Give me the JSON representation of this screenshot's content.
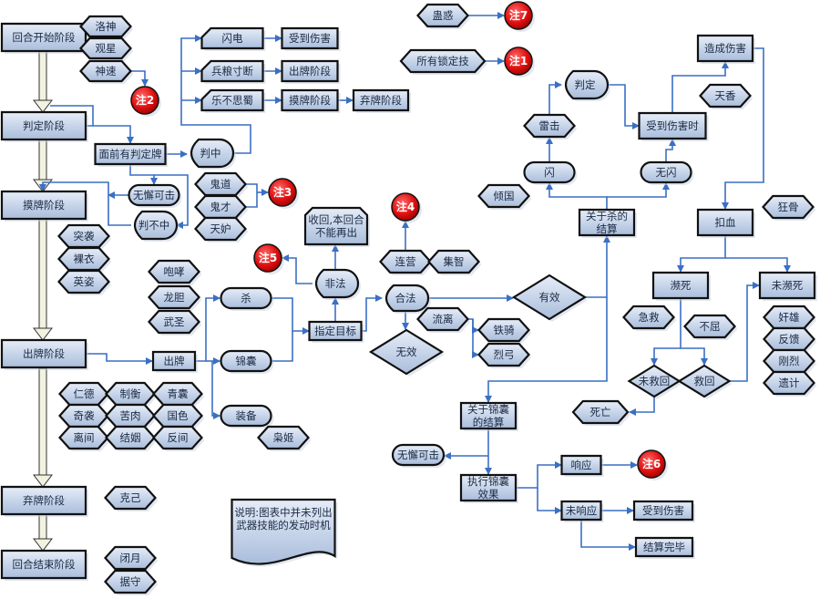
{
  "phases": [
    "回合开始阶段",
    "判定阶段",
    "摸牌阶段",
    "出牌阶段",
    "弃牌阶段",
    "回合结束阶段"
  ],
  "skills": {
    "luoshen": "洛神",
    "guanxing": "观星",
    "shensu": "神速",
    "guidao": "鬼道",
    "guicai": "鬼才",
    "tiandu": "天妒",
    "tuxi": "突袭",
    "luoyi": "裸衣",
    "yingzi": "英姿",
    "paoxiao": "咆哮",
    "longdan": "龙胆",
    "wusheng": "武圣",
    "rende": "仁德",
    "zhiheng": "制衡",
    "qingnang": "青囊",
    "qixi": "奇袭",
    "kurou": "苦肉",
    "guose": "国色",
    "lijian": "离间",
    "jieyin": "结姻",
    "fanjian": "反间",
    "xiaoji": "枭姬",
    "keji": "克己",
    "biyue": "闭月",
    "jushou": "据守",
    "lianying": "连营",
    "jizhi": "集智",
    "liuli": "流离",
    "tieji": "铁骑",
    "liegong": "烈弓",
    "qingguo": "倾国",
    "leiji": "雷击",
    "tianxiang": "天香",
    "kuanggu": "狂骨",
    "jijiu": "急救",
    "buqu": "不屈",
    "siwang": "死亡",
    "jianxiong": "奸雄",
    "fankui": "反馈",
    "ganglie": "刚烈",
    "yiji": "遗计",
    "guhuo": "蛊惑",
    "suoyou_suodingji": "所有锁定技"
  },
  "notes": {
    "n1": "注1",
    "n2": "注2",
    "n3": "注3",
    "n4": "注4",
    "n5": "注5",
    "n6": "注6",
    "n7": "注7"
  },
  "flow": {
    "shandian": "闪电",
    "shoudao_shanghai_1": "受到伤害",
    "bingliang": "兵粮寸断",
    "chupai_jieduan": "出牌阶段",
    "lebusishu": "乐不思蜀",
    "mopai_jieduan": "摸牌阶段",
    "qipai_jieduan": "弃牌阶段",
    "mianqian": "面前有判定牌",
    "panzhong": "判中",
    "wuxie_1": "无懈可击",
    "panbuzhong": "判不中",
    "chupai": "出牌",
    "sha": "杀",
    "jinnang": "锦囊",
    "zhuangbei": "装备",
    "zhiding": "指定目标",
    "feifa": "非法",
    "shouhui": [
      "收回,本回合",
      "不能再出"
    ],
    "hefa": "合法",
    "wuxiao": "无效",
    "youxiao": "有效",
    "sha_result": [
      "关于杀的",
      "结算"
    ],
    "shan": "闪",
    "wushan": "无闪",
    "panding": "判定",
    "shoudao_shanghai_shi": "受到伤害时",
    "zaocheng_shanghai": "造成伤害",
    "kouxue": "扣血",
    "binsi": "濒死",
    "weibinsi": "未濒死",
    "weijiuhui": "未救回",
    "jiuhui": "救回",
    "jinnang_result": [
      "关于锦囊",
      "的结算"
    ],
    "wuxie_2": "无懈可击",
    "zhixing": [
      "执行锦囊",
      "效果"
    ],
    "xiangying": "响应",
    "weixiangying": "未响应",
    "shoudao_shanghai_2": "受到伤害",
    "jiesuan_wanbi": "结算完毕"
  },
  "legend_note": [
    "说明:图表中并未列出",
    "武器技能的发动时机"
  ],
  "colors": {
    "edge": "#3a6fc4",
    "node_top": "#e6edf8",
    "node_bottom": "#a9bddb",
    "note": "#e01010",
    "stroke": "#111111"
  }
}
